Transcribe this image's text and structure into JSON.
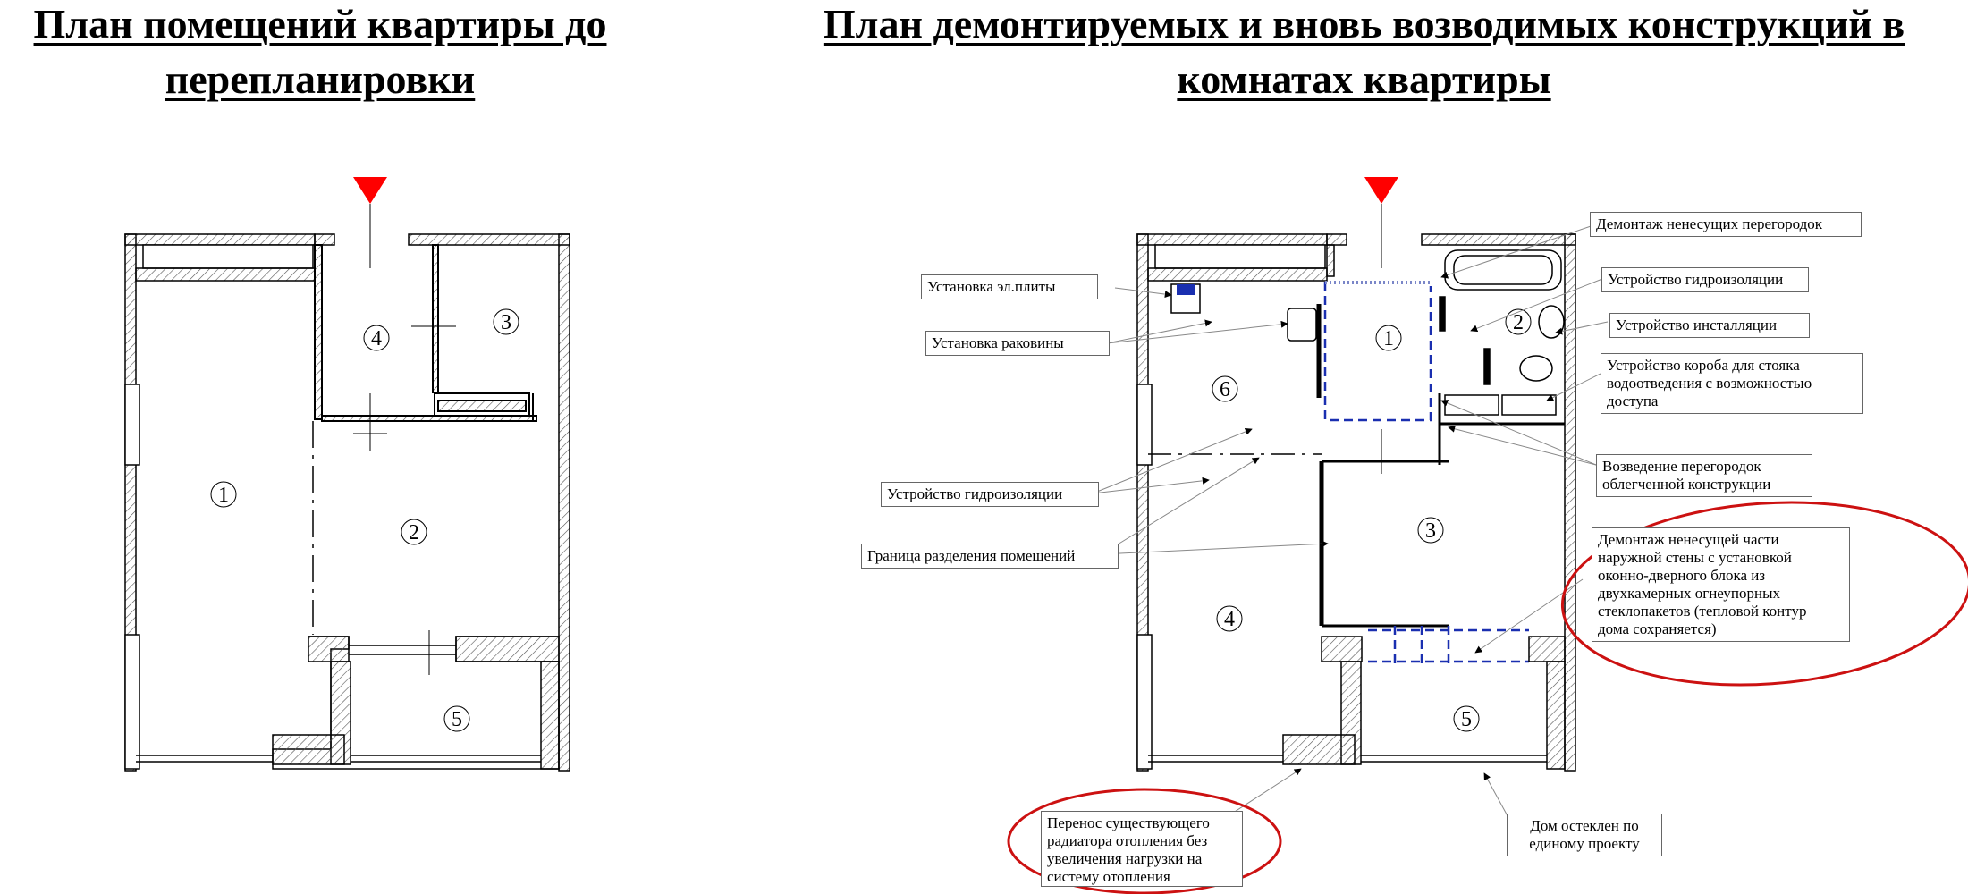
{
  "titles": {
    "left": "План помещений квартиры до перепланировки",
    "right": "План демонтируемых и вновь возводимых конструкций в комнатах квартиры"
  },
  "colors": {
    "north_marker": "#ff0000",
    "highlight_ellipse": "#cc1111",
    "new_pipes": "#1a2fb0",
    "hatch": "#555555"
  },
  "plan_before": {
    "rooms": [
      "1",
      "2",
      "3",
      "4",
      "5"
    ]
  },
  "plan_after": {
    "rooms": [
      "1",
      "2",
      "3",
      "4",
      "5",
      "6"
    ]
  },
  "notes": {
    "dismantle_partitions": "Демонтаж ненесущих перегородок",
    "el_stove": "Установка эл.плиты",
    "waterproof_top": "Устройство гидроизоляции",
    "sink": "Установка раковины",
    "installation": "Устройство инсталляции",
    "riser_box": "Устройство короба для стояка\nводоотведения с возможностью\nдоступа",
    "new_partitions": "Возведение перегородок\nоблегченной конструкции",
    "waterproof_left": "Устройство гидроизоляции",
    "boundary": "Граница разделения помещений",
    "outer_wall": "Демонтаж ненесущей части\nнаружной стены с установкой\nоконно-дверного блока из\nдвухкамерных огнеупорных\nстеклопакетов (тепловой контур\nдома сохраняется)",
    "radiator": "Перенос существующего\nрадиатора отопления без\nувеличения нагрузки на\nсистему отопления",
    "glazed": "Дом остеклен по\nединому проекту"
  }
}
